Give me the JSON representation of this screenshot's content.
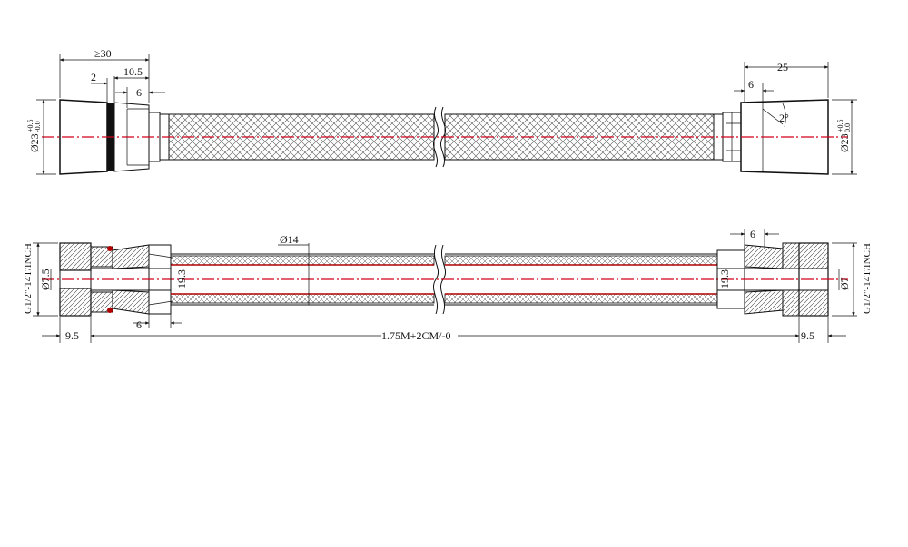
{
  "colors": {
    "outline": "#111111",
    "centerline": "#d0021b",
    "seal": "#b00000",
    "background": "#ffffff"
  },
  "dimensions": {
    "top_length_min": "≥30",
    "top_d2": "2",
    "top_d105": "10.5",
    "top_d6_left": "6",
    "top_d25": "25",
    "top_d6_right": "6",
    "top_angle": "2°",
    "top_dia_left": "Ø23",
    "top_dia_left_tol_upper": "+0.5",
    "top_dia_left_tol_lower": "-0.0",
    "top_dia_right": "Ø23",
    "top_dia_right_tol_upper": "+0.5",
    "top_dia_right_tol_lower": "0.0",
    "sect_thread_left": "G1/2\"-14T/INCH",
    "sect_thread_right": "G1/2\"-14T/INCH",
    "sect_bore_left": "Ø7.5",
    "sect_bore_right": "Ø7",
    "sect_hose_dia": "Ø14",
    "sect_insert_left": "19.3",
    "sect_insert_right": "19.3",
    "sect_d6_left": "6",
    "sect_d6_right": "6",
    "sect_end_left": "9.5",
    "sect_end_right": "9.5",
    "total_length": "1.75M+2CM/-0"
  }
}
